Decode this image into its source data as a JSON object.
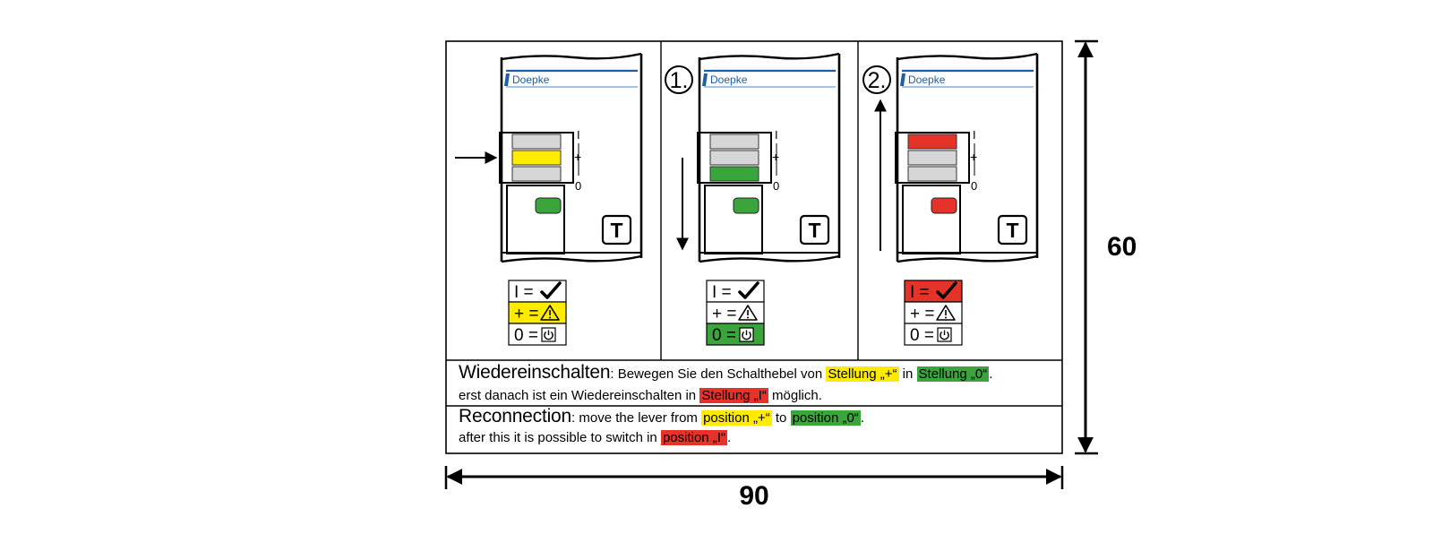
{
  "brand": "Doepke",
  "colors": {
    "yellow": "#ffeb00",
    "green": "#3aa53a",
    "red": "#e5332a",
    "panel_grey": "#d6d6d6",
    "brand_blue": "#1a5fa8",
    "line": "#000000"
  },
  "dimensions": {
    "width": "90",
    "height": "60"
  },
  "panels": [
    {
      "step": "",
      "handle_state": "plus",
      "led": "green",
      "arrow": "right-icon"
    },
    {
      "step": "1.",
      "handle_state": "zero",
      "led": "green",
      "arrow": "down-icon"
    },
    {
      "step": "2.",
      "handle_state": "one",
      "led": "red",
      "arrow": "up-icon"
    }
  ],
  "scale": {
    "one": "I",
    "plus": "+",
    "zero": "0"
  },
  "legend": {
    "one_prefix": "I =",
    "plus_prefix": "+ =",
    "zero_prefix": "0 ="
  },
  "legend_highlight": [
    "plus",
    "zero",
    "one"
  ],
  "test_button_label": "T",
  "text": {
    "de": {
      "heading": "Wiedereinschalten",
      "separator": ":",
      "line1_a": " Bewegen Sie den Schalthebel von ",
      "pos_plus": "Stellung „+“",
      "line1_b": " in ",
      "pos_zero": "Stellung „0“",
      "line1_c": ".",
      "line2_a": "erst danach ist ein Wiedereinschalten in ",
      "pos_one": "Stellung „I“",
      "line2_b": " möglich."
    },
    "en": {
      "heading": "Reconnection",
      "separator": ":",
      "line1_a": " move the lever from ",
      "pos_plus": "position „+“",
      "line1_b": " to ",
      "pos_zero": "position „0“",
      "line1_c": ".",
      "line2_a": "after this it is possible to switch in ",
      "pos_one": "position „I“",
      "line2_b": "."
    }
  }
}
